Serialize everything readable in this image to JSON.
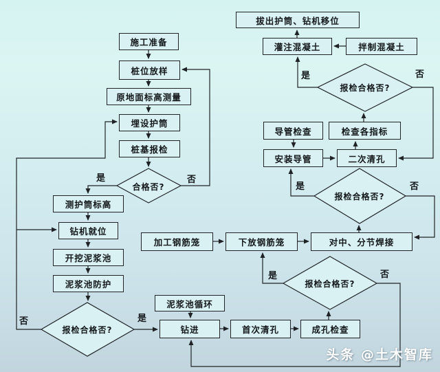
{
  "colors": {
    "background_top": "#d5f3f1",
    "background_bottom": "#c2d5de",
    "box_fill": "#d9f1f3",
    "line": "#1f2326",
    "text": "#14181b",
    "watermark_text": "#ffffff"
  },
  "labels": {
    "yes": "是",
    "no": "否"
  },
  "nodes": {
    "prepare": {
      "label": "施工准备"
    },
    "pile_layout": {
      "label": "桩位放样"
    },
    "ground_survey": {
      "label": "原地面标高测量"
    },
    "bury_casing": {
      "label": "埋设护筒"
    },
    "pile_inspection": {
      "label": "桩基报检"
    },
    "measure_casing_elev": {
      "label": "测护筒标高"
    },
    "rig_in_place": {
      "label": "钻机就位"
    },
    "dig_mud_pool": {
      "label": "开挖泥浆池"
    },
    "mud_pool_protect": {
      "label": "泥浆池防护"
    },
    "mud_circulation": {
      "label": "泥浆池循环"
    },
    "drilling": {
      "label": "钻进"
    },
    "first_hole_clean": {
      "label": "首次清孔"
    },
    "hole_check": {
      "label": "成孔检查"
    },
    "cage_fabricate": {
      "label": "加工钢筋笼"
    },
    "cage_lower": {
      "label": "下放钢筋笼"
    },
    "centering_weld": {
      "label": "对中、分节焊接"
    },
    "conduit_check": {
      "label": "导管检查"
    },
    "check_indicators": {
      "label": "检查各指标"
    },
    "install_conduit": {
      "label": "安装导管"
    },
    "second_hole_clean": {
      "label": "二次清孔"
    },
    "pour_concrete": {
      "label": "灌注混凝土"
    },
    "mix_concrete": {
      "label": "拌制混凝土"
    },
    "remove_casing": {
      "label": "拔出护筒、钻机移位"
    }
  },
  "decisions": {
    "qualified": {
      "label": "合格否?"
    },
    "inspect_bottom_left": {
      "label": "报检合格否?"
    },
    "inspect_bottom_right": {
      "label": "报检合格否?"
    },
    "inspect_mid_right": {
      "label": "报检合格否?"
    },
    "inspect_top_right": {
      "label": "报检合格否?"
    }
  },
  "watermark": {
    "text": "头条 @土木智库"
  }
}
